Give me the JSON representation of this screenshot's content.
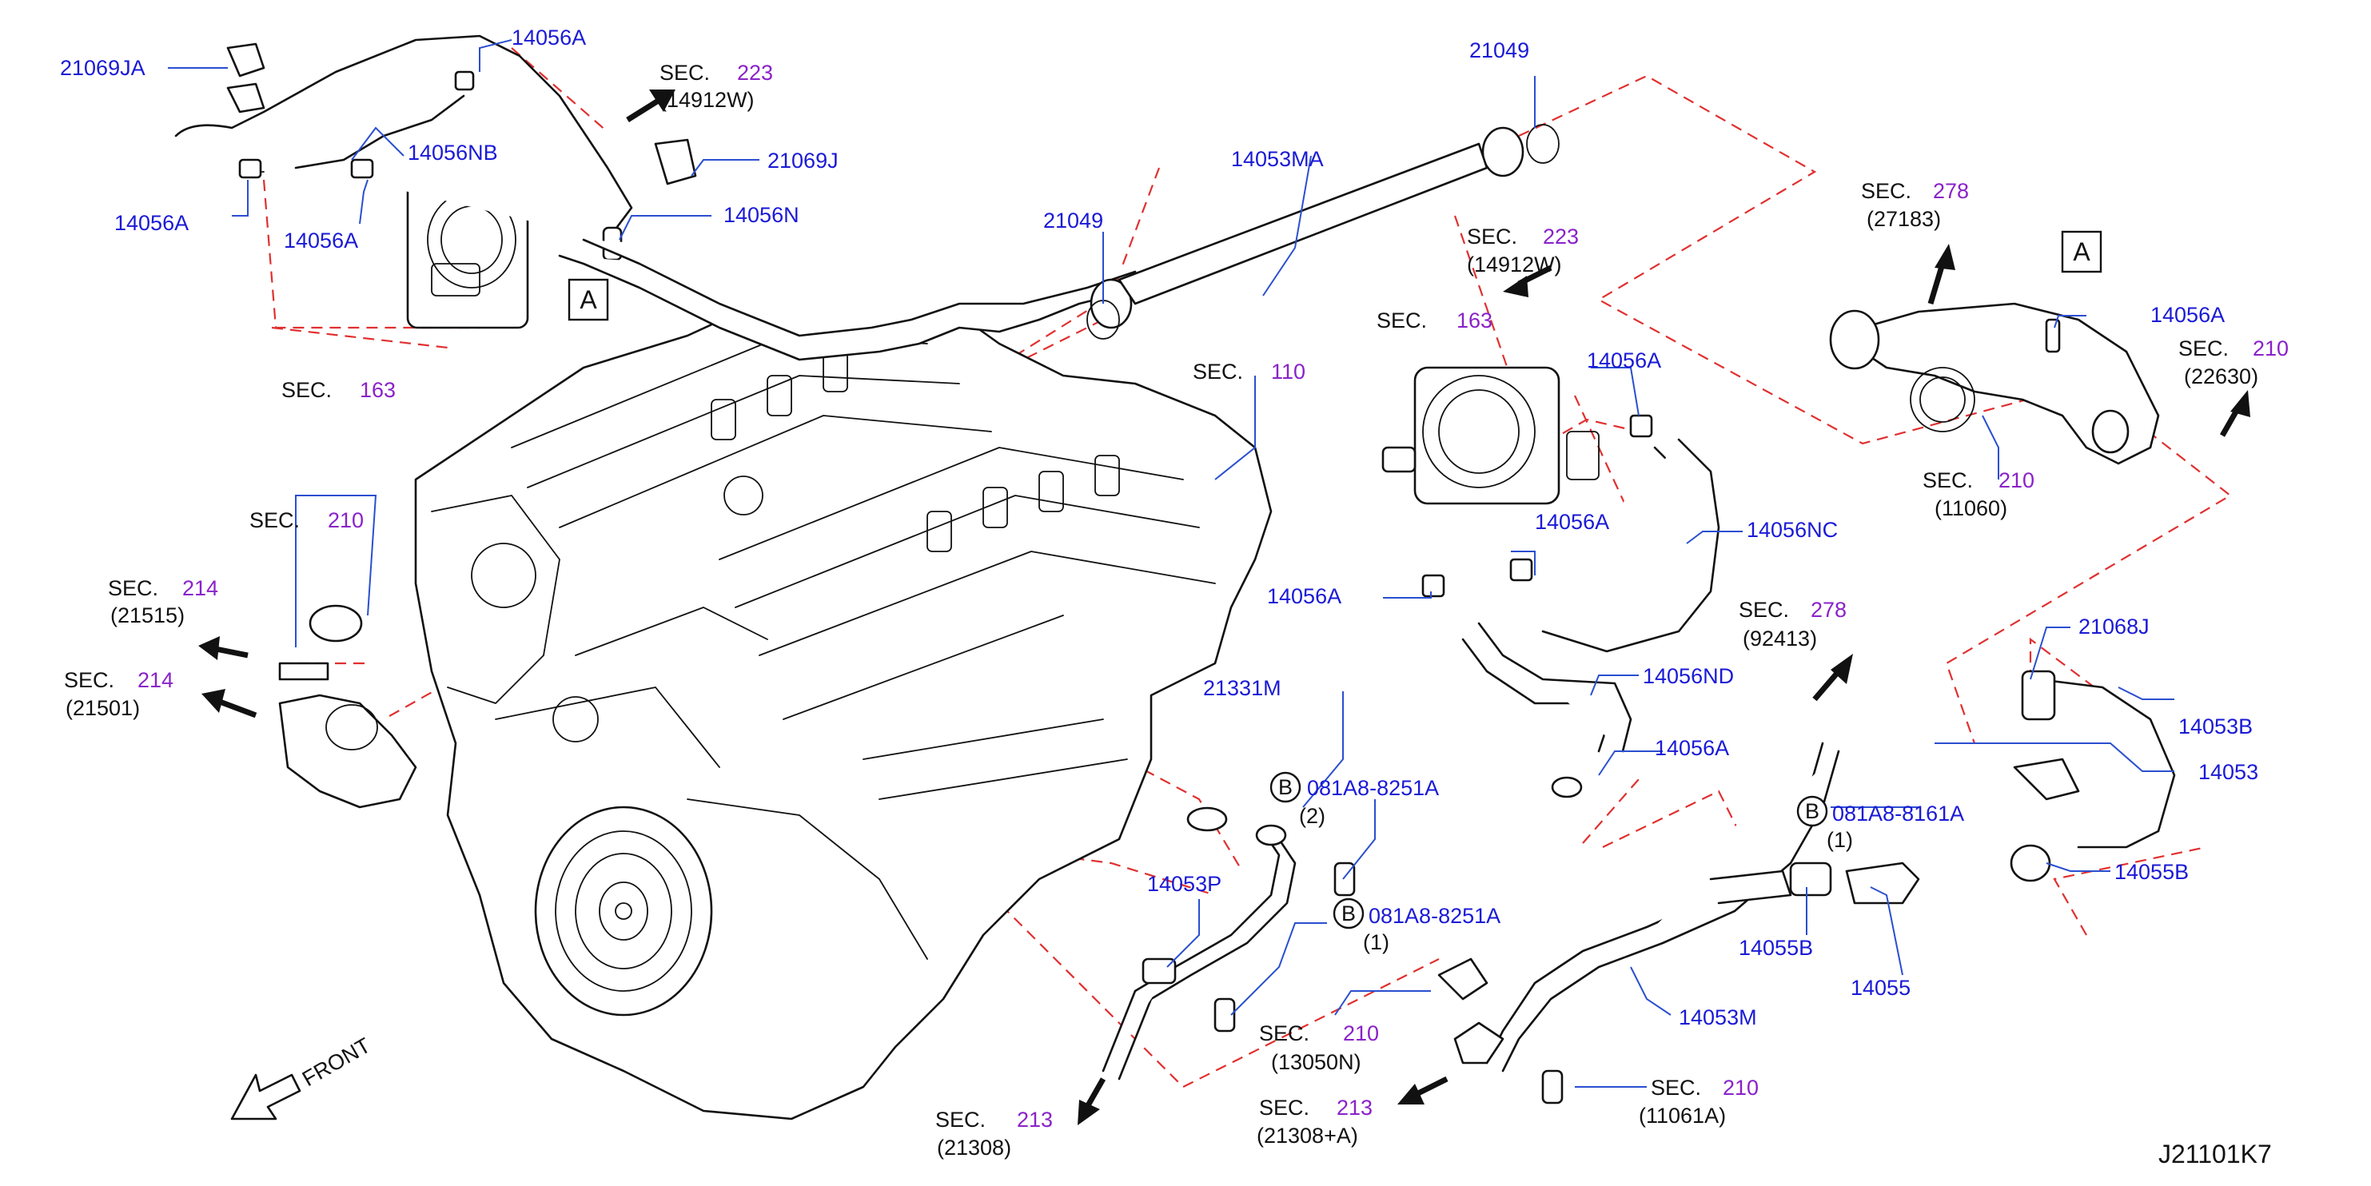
{
  "diagram_code": "J21101K7",
  "front_label": "FRONT",
  "callout_a": "A",
  "callout_b": "B",
  "parts": {
    "p21069JA": "21069JA",
    "p14056A_top": "14056A",
    "p14056NB": "14056NB",
    "p14056A_left1": "14056A",
    "p14056A_left2": "14056A",
    "p21069J": "21069J",
    "p14056N": "14056N",
    "p21049_top": "21049",
    "p14053MA": "14053MA",
    "p21049_mid": "21049",
    "p14056A_center": "14056A",
    "p14056A_center2": "14056A",
    "p14056NC": "14056NC",
    "p14056A_center3": "14056A",
    "p14056ND": "14056ND",
    "p14056A_center4": "14056A",
    "p21331M": "21331M",
    "p081A8_8251A_1": "081A8-8251A",
    "p081A8_8251A_2": "081A8-8251A",
    "p14053P": "14053P",
    "p14053M": "14053M",
    "p14055B_mid": "14055B",
    "p081A8_8161A": "081A8-8161A",
    "p14055": "14055",
    "p14056A_right": "14056A",
    "p21068J": "21068J",
    "p14053B": "14053B",
    "p14053": "14053",
    "p14055B_right": "14055B"
  },
  "qty": {
    "q2": "(2)",
    "q1a": "(1)",
    "q1b": "(1)"
  },
  "sections": {
    "sec_word": "SEC.",
    "s223_top": {
      "num": "223",
      "ref": "(14912W)"
    },
    "s163_left": {
      "num": "163"
    },
    "s110": {
      "num": "110"
    },
    "s223_mid": {
      "num": "223",
      "ref": "(14912W)"
    },
    "s163_mid": {
      "num": "163"
    },
    "s278_top": {
      "num": "278",
      "ref": "(27183)"
    },
    "s210_right": {
      "num": "210",
      "ref": "(22630)"
    },
    "s210_mid": {
      "num": "210",
      "ref": "(11060)"
    },
    "s210_left": {
      "num": "210"
    },
    "s214_a": {
      "num": "214",
      "ref": "(21515)"
    },
    "s214_b": {
      "num": "214",
      "ref": "(21501)"
    },
    "s278_mid": {
      "num": "278",
      "ref": "(92413)"
    },
    "s210_bottom": {
      "num": "210",
      "ref": "(13050N)"
    },
    "s213_left": {
      "num": "213",
      "ref": "(21308)"
    },
    "s213_mid": {
      "num": "213",
      "ref": "(21308+A)"
    },
    "s210_br": {
      "num": "210",
      "ref": "(11061A)"
    }
  },
  "colors": {
    "part_number": "#1a1ad6",
    "section_number": "#8a22c8",
    "leader": "#2a4fd0",
    "hidden_connection": "#e03030",
    "ink": "#111111"
  }
}
